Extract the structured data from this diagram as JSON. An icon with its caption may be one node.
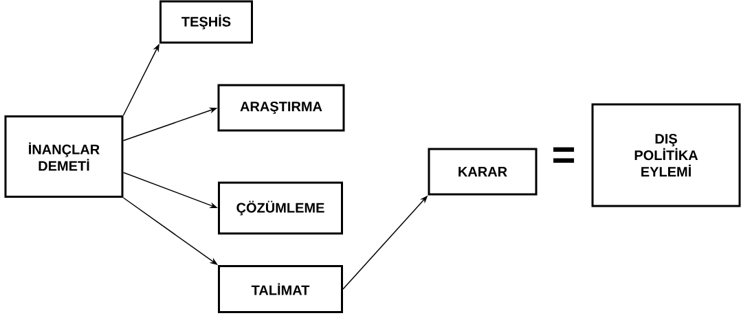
{
  "diagram": {
    "nodes": [
      {
        "text": [
          "İNANÇLAR DEMETİ"
        ]
      },
      {
        "text": [
          "TEŞHİS"
        ]
      },
      {
        "text": [
          "ARAŞTIRMA"
        ]
      },
      {
        "text": [
          "ÇÖZÜMLEME"
        ]
      },
      {
        "text": [
          "TALİMAT"
        ]
      },
      {
        "text": [
          "KARAR"
        ]
      },
      {
        "text": [
          "DIŞ POLİTİKA EYLEMİ"
        ]
      }
    ],
    "edges": [
      {
        "from": 0,
        "to": 1,
        "arrow": "to"
      },
      {
        "from": 0,
        "to": 2,
        "arrow": "to"
      },
      {
        "from": 0,
        "to": 3,
        "arrow": "to"
      },
      {
        "from": 0,
        "to": 4,
        "arrow": "to"
      },
      {
        "from": 4,
        "to": 5,
        "arrow": "to"
      }
    ],
    "labels": [
      "="
    ]
  }
}
